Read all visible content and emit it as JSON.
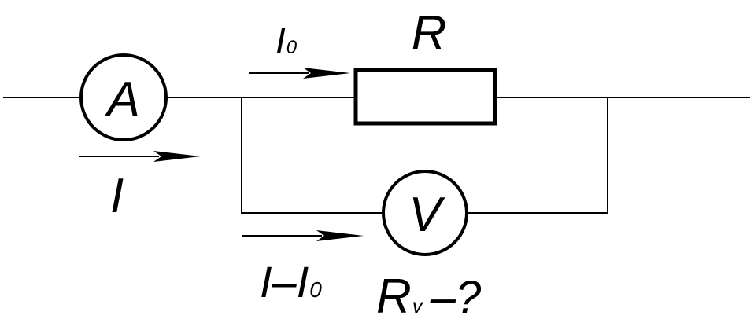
{
  "diagram": {
    "ammeter_label": "A",
    "voltmeter_label": "V",
    "resistor_label": "R",
    "current_total": "I",
    "current_resistor": {
      "main": "I",
      "sub": "0"
    },
    "current_voltmeter": {
      "main": "I–I",
      "sub": "0"
    },
    "unknown_resistance": {
      "main": "R",
      "sub": "v",
      "suffix": "–?"
    }
  },
  "colors": {
    "line": "#000000",
    "background": "#ffffff"
  }
}
